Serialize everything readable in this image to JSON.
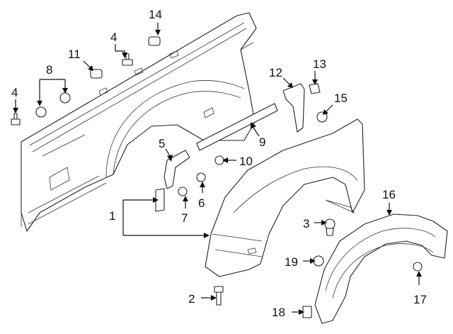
{
  "diagram": {
    "callouts": [
      {
        "id": "c1",
        "text": "1"
      },
      {
        "id": "c2",
        "text": "2"
      },
      {
        "id": "c3",
        "text": "3"
      },
      {
        "id": "c4a",
        "text": "4"
      },
      {
        "id": "c4b",
        "text": "4"
      },
      {
        "id": "c5",
        "text": "5"
      },
      {
        "id": "c6",
        "text": "6"
      },
      {
        "id": "c7",
        "text": "7"
      },
      {
        "id": "c8",
        "text": "8"
      },
      {
        "id": "c9",
        "text": "9"
      },
      {
        "id": "c10",
        "text": "10"
      },
      {
        "id": "c11",
        "text": "11"
      },
      {
        "id": "c12",
        "text": "12"
      },
      {
        "id": "c13",
        "text": "13"
      },
      {
        "id": "c14",
        "text": "14"
      },
      {
        "id": "c15",
        "text": "15"
      },
      {
        "id": "c16",
        "text": "16"
      },
      {
        "id": "c17",
        "text": "17"
      },
      {
        "id": "c18",
        "text": "18"
      },
      {
        "id": "c19",
        "text": "19"
      }
    ]
  }
}
